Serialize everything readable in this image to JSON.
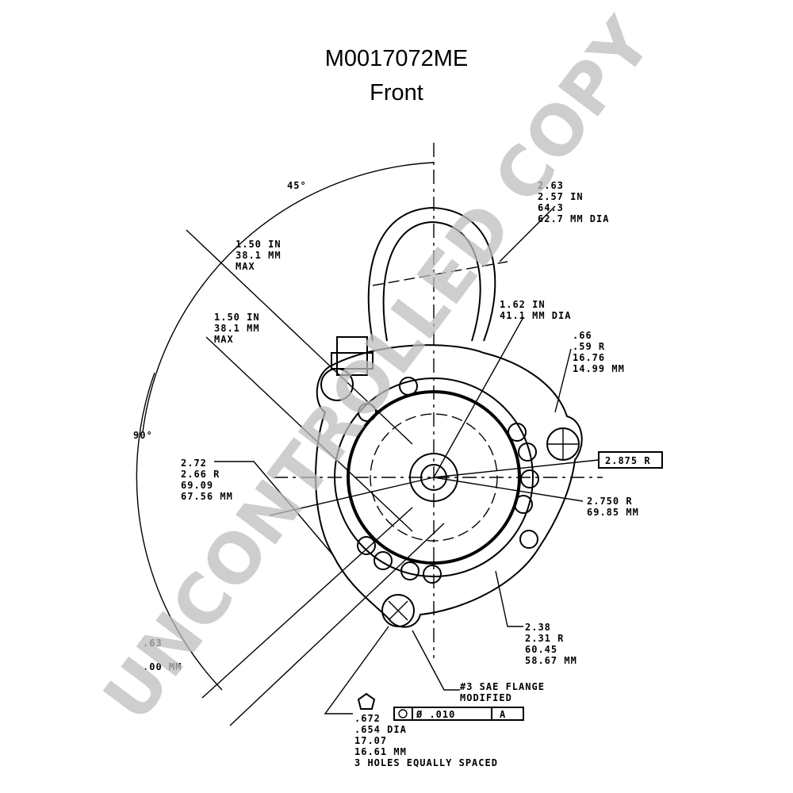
{
  "title": {
    "line1": "M0017072ME",
    "line2": "Front"
  },
  "watermark": {
    "text": "UNCONTROLLED COPY",
    "color": "#bdbdbd"
  },
  "dimensions": {
    "angle_top": "45°",
    "angle_left": "90°",
    "loop_dia": [
      "2.63",
      "2.57 IN",
      "64.3",
      "62.7 MM DIA"
    ],
    "max_upper": [
      "1.50 IN",
      "38.1 MM",
      "MAX"
    ],
    "max_lower": [
      "1.50 IN",
      "38.1 MM",
      "MAX"
    ],
    "pilot_dia": [
      "1.62 IN",
      "41.1 MM DIA"
    ],
    "ear_r": [
      ".66",
      ".59 R",
      "16.76",
      "14.99 MM"
    ],
    "bolt_circle_box": "2.875 R",
    "flange_r_inner": [
      "2.750 R",
      "69.85 MM"
    ],
    "flange_r_left": [
      "2.72",
      "2.66 R",
      "69.09",
      "67.56 MM"
    ],
    "flange_r_right": [
      "2.38",
      "2.31 R",
      "60.45",
      "58.67 MM"
    ],
    "bottom_left": [
      ".63",
      ".00 MM"
    ],
    "sae_flange": [
      "#3 SAE FLANGE",
      "MODIFIED"
    ],
    "holes": [
      ".672",
      ".654 DIA",
      "17.07",
      "16.61 MM",
      "3 HOLES EQUALLY SPACED"
    ],
    "gdt_tolerance": "Ø .010",
    "gdt_datum": "A"
  }
}
